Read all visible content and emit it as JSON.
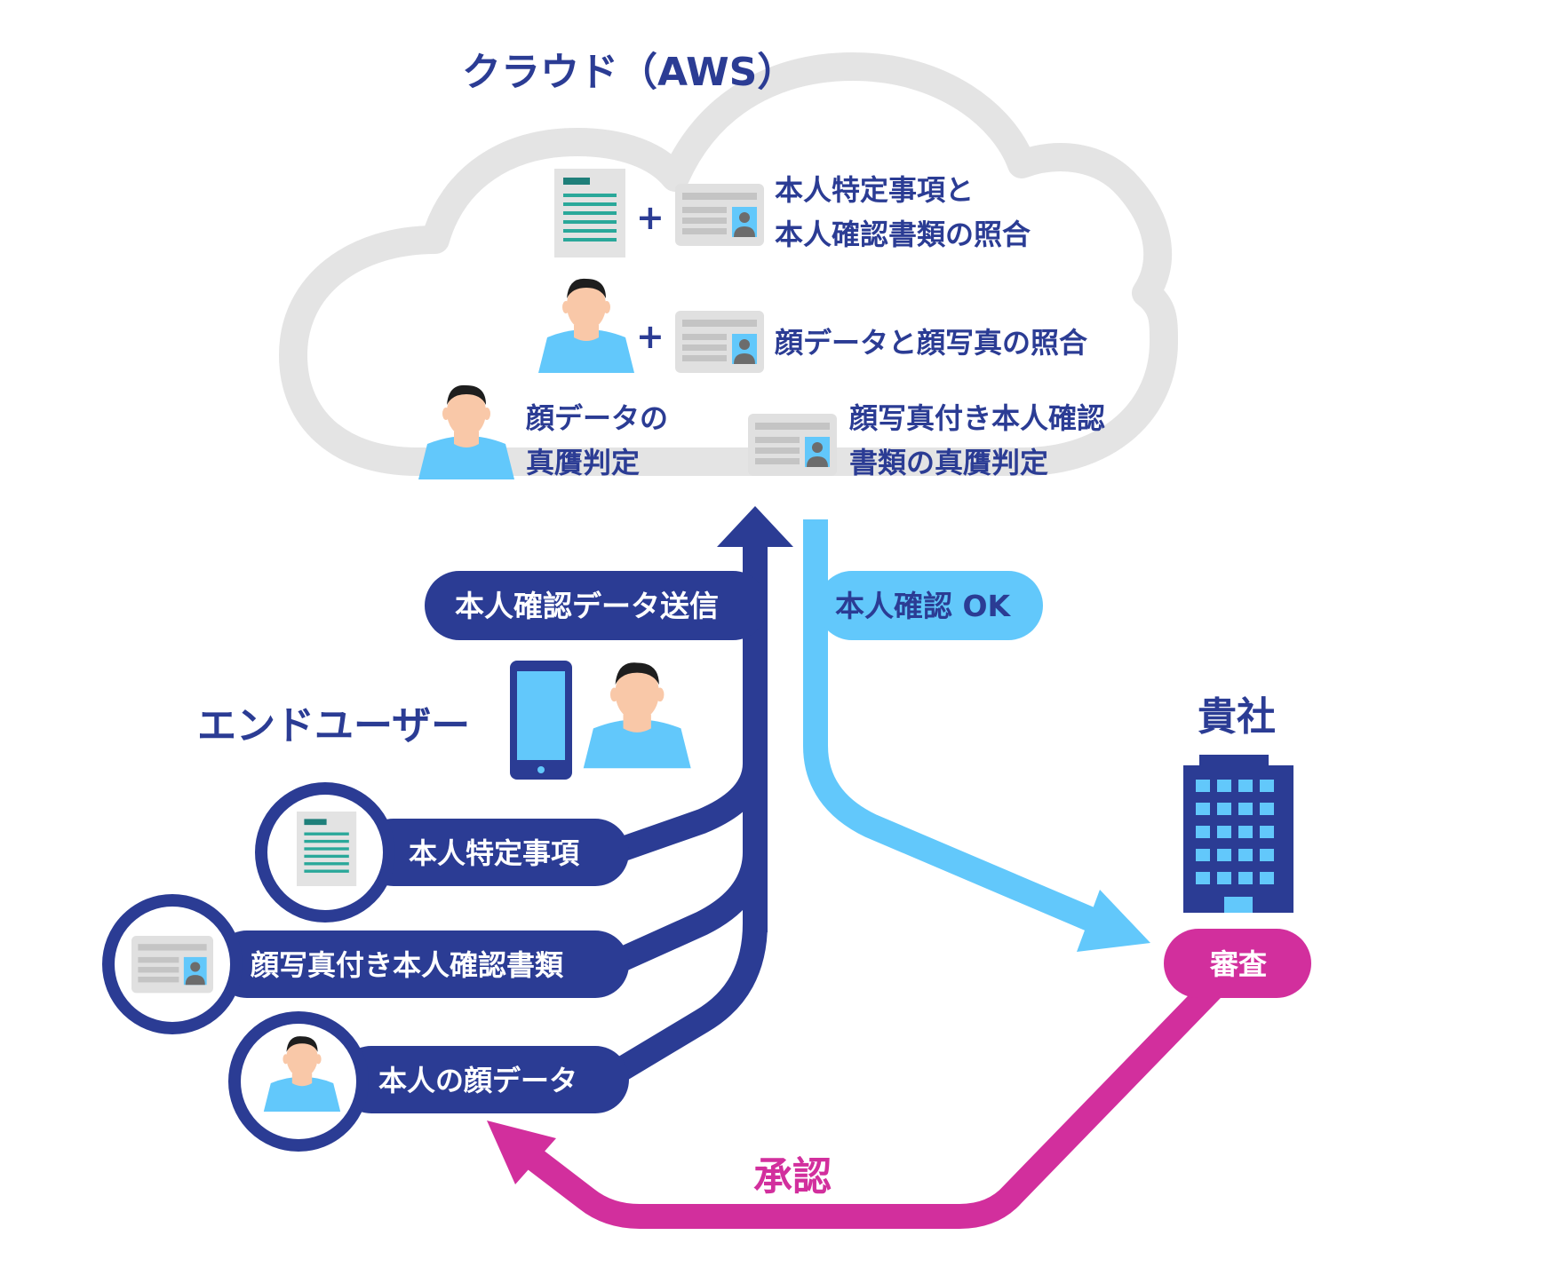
{
  "colors": {
    "navy": "#2b3c94",
    "light_blue": "#62c8fb",
    "magenta": "#d22f9d",
    "cloud_gray": "#e4e4e4",
    "teal": "#2aa89a",
    "skin": "#f9c8a8"
  },
  "cloud": {
    "title": "クラウド（AWS）",
    "check1_line1": "本人特定事項と",
    "check1_line2": "本人確認書類の照合",
    "check2": "顔データと顔写真の照合",
    "check3_line1": "顔データの",
    "check3_line2": "真贋判定",
    "check4_line1": "顔写真付き本人確認",
    "check4_line2": "書類の真贋判定",
    "plus": "+"
  },
  "flow": {
    "send_label": "本人確認データ送信",
    "ok_label": "本人確認 OK",
    "approve_label": "承認"
  },
  "end_user": {
    "label": "エンドユーザー",
    "items": [
      {
        "label": "本人特定事項",
        "icon": "document-icon"
      },
      {
        "label": "顔写真付き本人確認書類",
        "icon": "id-card-icon"
      },
      {
        "label": "本人の顔データ",
        "icon": "person-icon"
      }
    ]
  },
  "company": {
    "label": "貴社",
    "review_label": "審査"
  }
}
